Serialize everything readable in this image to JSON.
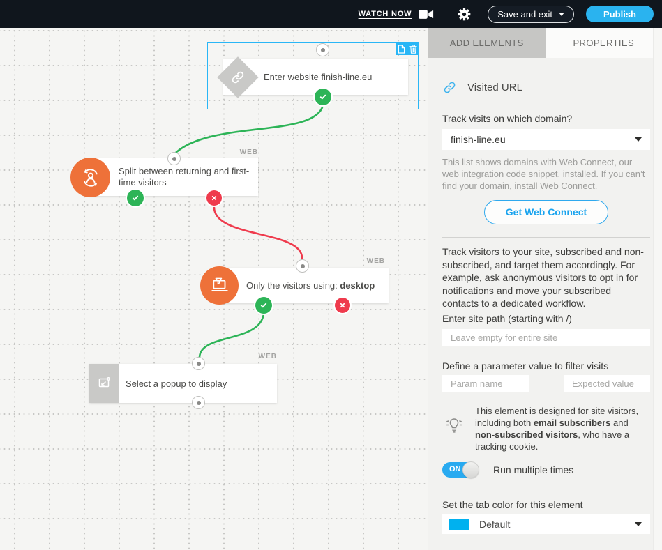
{
  "topbar": {
    "watch_now": "WATCH NOW",
    "save_and_exit": "Save and exit",
    "publish": "Publish"
  },
  "canvas": {
    "nodes": {
      "visited_url": {
        "text": "Enter website finish-line.eu"
      },
      "split": {
        "text": "Split between returning and first-time visitors",
        "badge": "WEB"
      },
      "device": {
        "text_prefix": "Only the visitors using: ",
        "text_bold": "desktop",
        "badge": "WEB"
      },
      "popup": {
        "text": "Select a popup to display",
        "badge": "WEB"
      }
    }
  },
  "panel": {
    "tabs": {
      "add_elements": "ADD ELEMENTS",
      "properties": "PROPERTIES"
    },
    "header": {
      "title": "Visited URL"
    },
    "domain": {
      "label": "Track visits on which domain?",
      "value": "finish-line.eu",
      "help": "This list shows domains with Web Connect, our web integration code snippet, installed. If you can’t find your domain, install Web Connect."
    },
    "web_connect_button": "Get Web Connect",
    "description": "Track visitors to your site, subscribed and non-subscribed, and target them accordingly. For example, ask anonymous visitors to opt in for notifications and move your subscribed contacts to a dedicated workflow.",
    "site_path": {
      "label": "Enter site path (starting with /)",
      "placeholder": "Leave empty for entire site"
    },
    "parameter": {
      "label": "Define a parameter value to filter visits",
      "name_placeholder": "Param name",
      "equals": "=",
      "value_placeholder": "Expected value"
    },
    "tip": {
      "t1": "This element is designed for site visitors, including both ",
      "b1": "email subscribers",
      "t2": " and ",
      "b2": "non-subscribed visitors",
      "t3": ", who have a tracking cookie."
    },
    "toggle": {
      "state": "ON",
      "label": "Run multiple times"
    },
    "tab_color": {
      "label": "Set the tab color for this element",
      "value": "Default",
      "swatch_color": "#00b1ef"
    }
  },
  "colors": {
    "accent_blue": "#29b2f0",
    "selection_blue": "#29b6f6",
    "success_green": "#2db457",
    "error_red": "#ef3b4d",
    "node_orange": "#ee7139",
    "topbar_bg": "#10161d"
  },
  "icons": {
    "camera": "video-camera-icon",
    "gear": "settings-gear-icon",
    "link": "chain-link-icon",
    "bulb": "lightbulb-tip-icon",
    "copy": "duplicate-icon",
    "trash": "delete-icon"
  }
}
